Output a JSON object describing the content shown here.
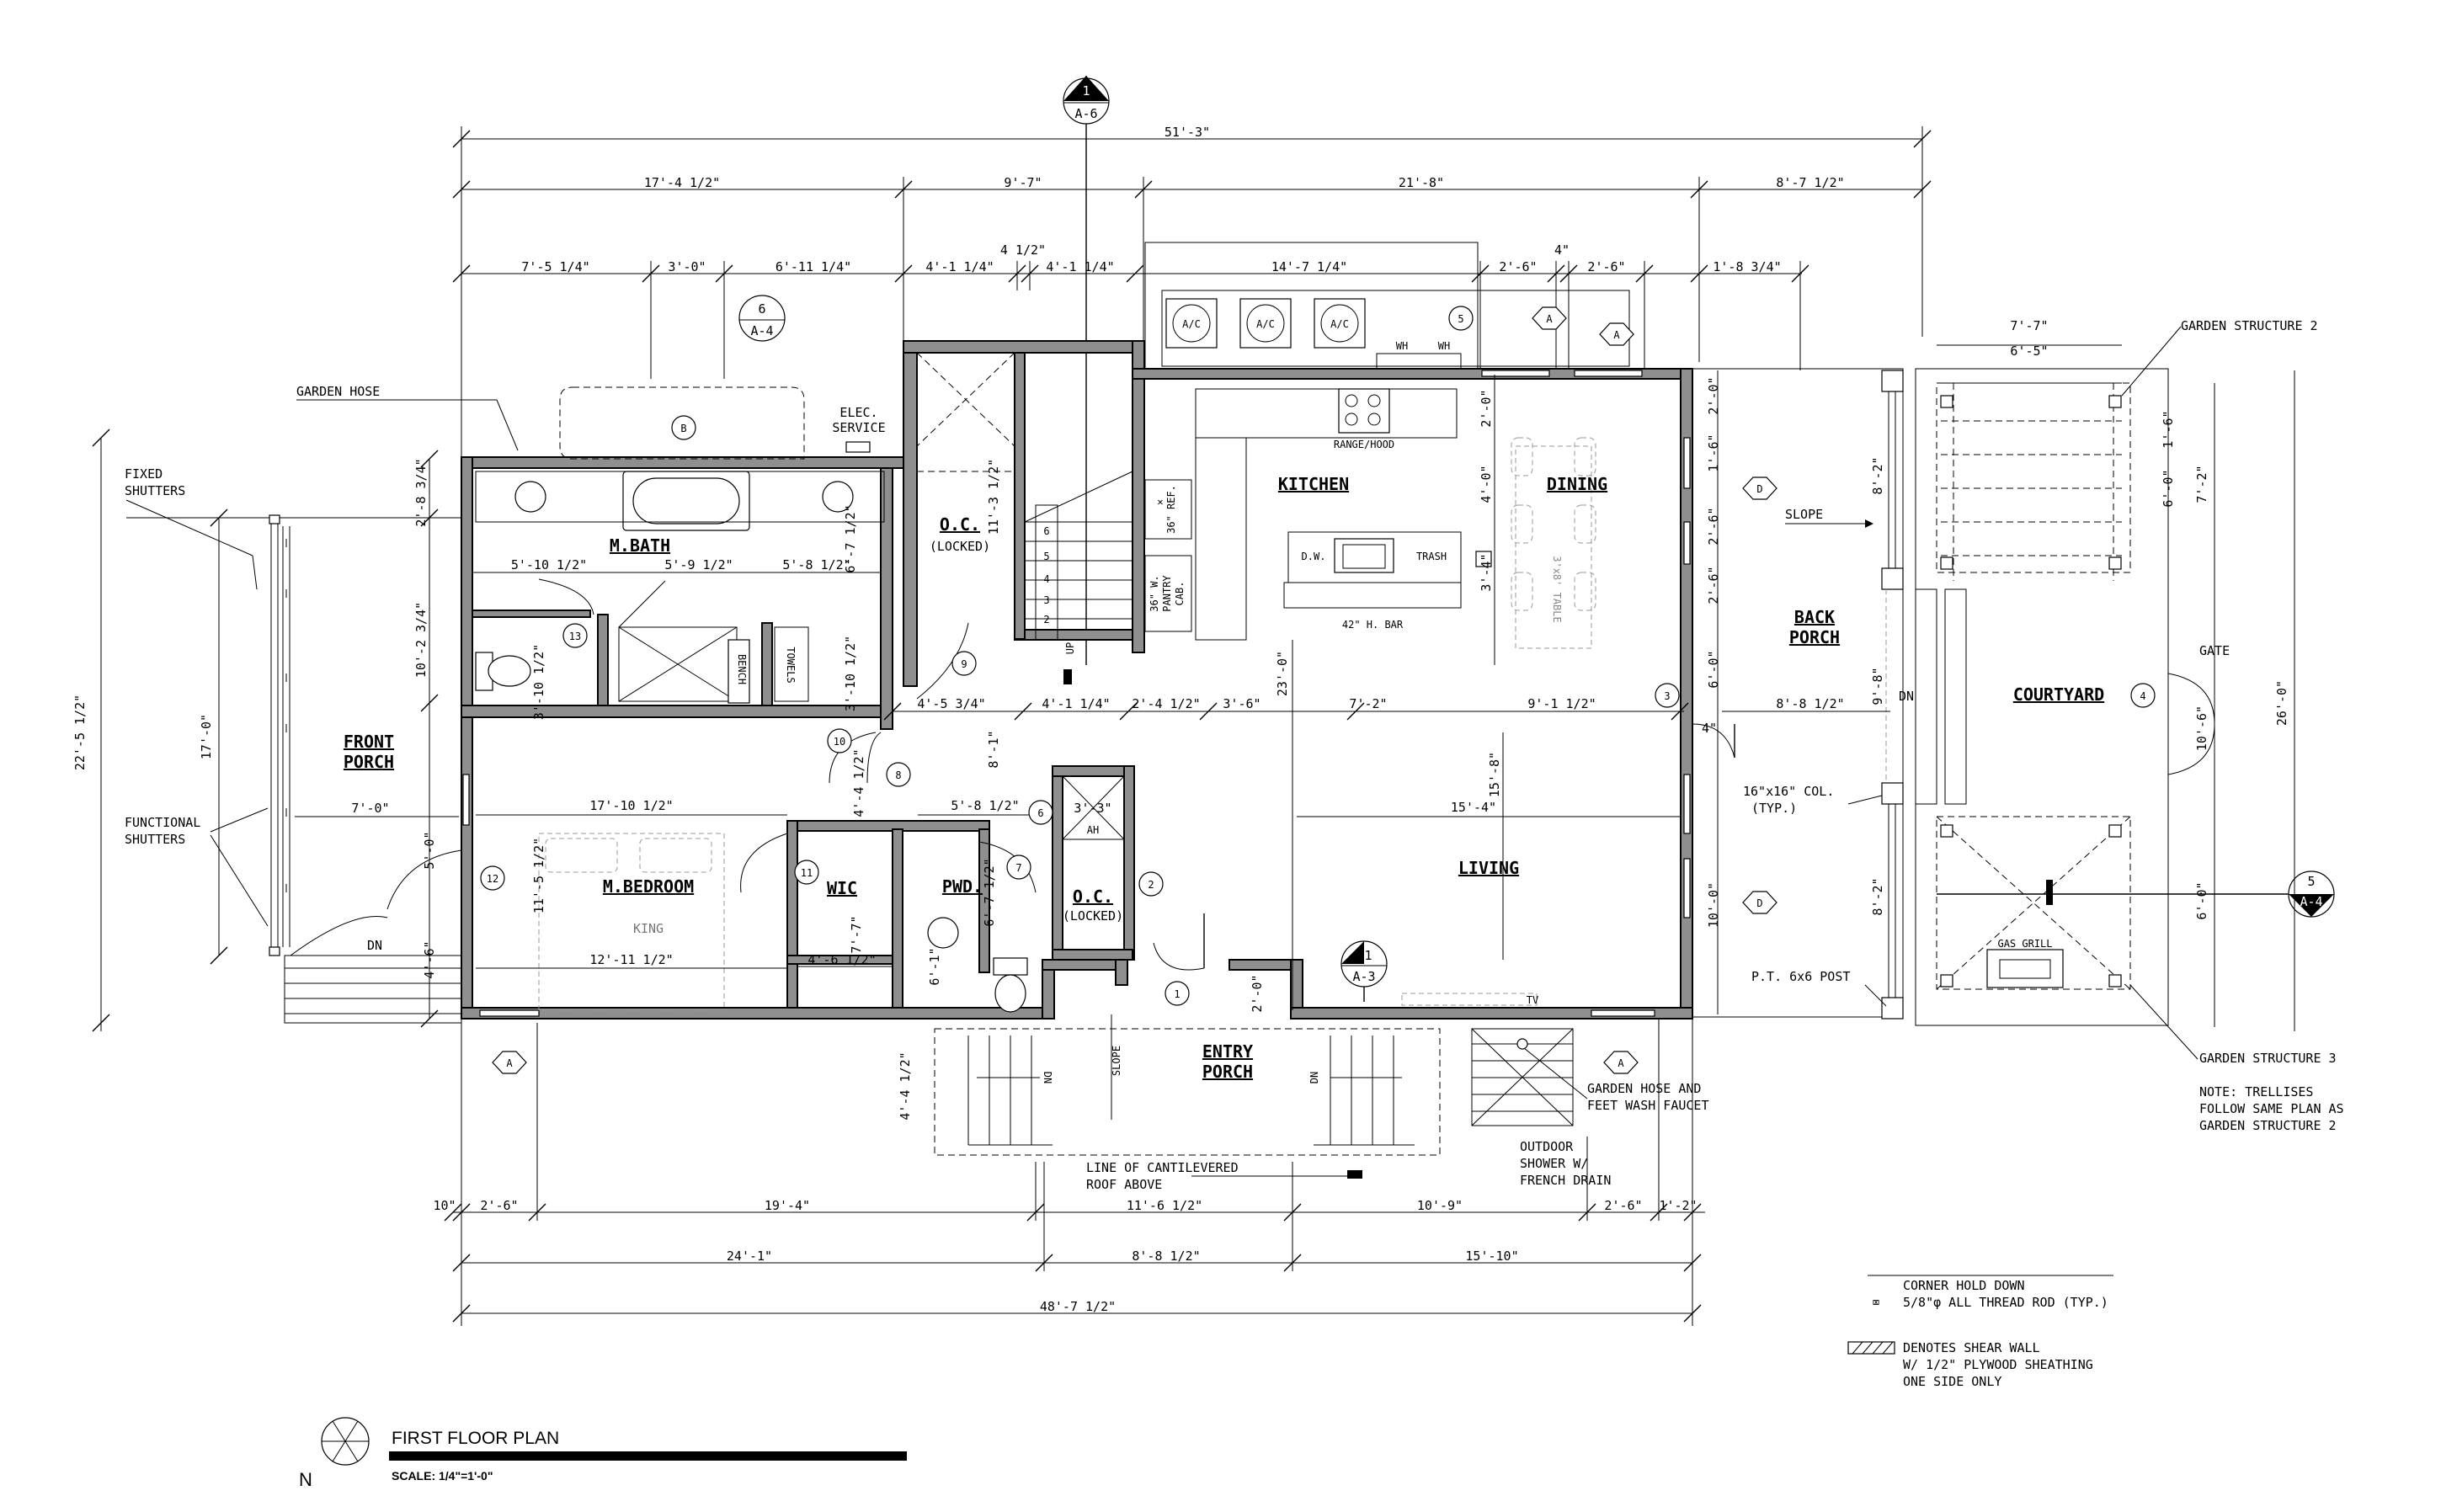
{
  "title": {
    "main": "FIRST FLOOR PLAN",
    "scale": "SCALE: 1/4\"=1'-0\"",
    "north": "N"
  },
  "dims": {
    "overall_top": "51'-3\"",
    "top_a": "17'-4 1/2\"",
    "top_b": "9'-7\"",
    "top_c": "21'-8\"",
    "top_d": "8'-7 1/2\"",
    "s1": "7'-5 1/4\"",
    "s2": "3'-0\"",
    "s3": "6'-11 1/4\"",
    "s4": "4'-1 1/4\"",
    "s5": "4 1/2\"",
    "s6": "4'-1 1/4\"",
    "s7": "14'-7 1/4\"",
    "s8": "2'-6\"",
    "s9": "4\"",
    "s10": "2'-6\"",
    "s11": "1'-8 3/4\"",
    "bath1": "5'-10 1/2\"",
    "bath2": "5'-9 1/2\"",
    "bath3": "5'-8 1/2\"",
    "oc_h": "11'-3 1/2\"",
    "mid1": "4'-5 3/4\"",
    "mid2": "4'-1 1/4\"",
    "mid3": "2'-4 1/2\"",
    "mid4": "3'-6\"",
    "mid5": "7'-2\"",
    "mid6": "9'-1 1/2\"",
    "mid7": "8'-8 1/2\"",
    "bed_w": "17'-10 1/2\"",
    "porch_w": "7'-0\"",
    "hall": "5'-8 1/2\"",
    "liv_w": "15'-4\"",
    "bed_h": "11'-5 1/2\"",
    "bed_w2": "12'-11 1/2\"",
    "wic_w": "4'-6 1/2\"",
    "wic_h": "7'-7\"",
    "pwd_w": "6'-1\"",
    "pwd_h": "6'-7 1/2\"",
    "ah": "3'-3\"",
    "v_23": "23'-0\"",
    "v_158": "15'-8\"",
    "v_81": "8'-1\"",
    "v_44": "4'-4 1/2\"",
    "v_44b": "4'-4 1/2\"",
    "v_102": "10'-2 3/4\"",
    "v_28": "2'-8 3/4\"",
    "v_17": "17'-0\"",
    "v_225": "22'-5 1/2\"",
    "v_50": "5'-0\"",
    "v_46": "4'-6\"",
    "v_310a": "3'-10 1/2\"",
    "v_310b": "3'-10 1/2\"",
    "v_20": "2'-0\"",
    "v_40": "4'-0\"",
    "v_34": "3'-4\"",
    "v_82a": "8'-2\"",
    "v_98": "9'-8\"",
    "v_82b": "8'-2\"",
    "v_60": "6'-0\"",
    "v_100": "10'-0\"",
    "v_26a": "2'-6\"",
    "v_26b": "2'-6\"",
    "v_1_6": "1'-6\"",
    "v_4in": "4\"",
    "v_2_0": "2'-0\"",
    "cy1": "7'-7\"",
    "cy2": "6'-5\"",
    "cy3": "7'-2\"",
    "cy4": "6'-0\"",
    "cy5": "10'-6\"",
    "cy6": "26'-0\"",
    "cy7": "6'-0\"",
    "cy8": "1'-6\"",
    "b1": "10\"",
    "b2": "2'-6\"",
    "b3": "19'-4\"",
    "b4": "11'-6 1/2\"",
    "b5": "10'-9\"",
    "b6": "2'-6\"",
    "b7": "1'-2\"",
    "b8": "24'-1\"",
    "b9": "8'-8 1/2\"",
    "b10": "15'-10\"",
    "overall_bottom": "48'-7 1/2\""
  },
  "rooms": {
    "mbath": "M.BATH",
    "oc1": "O.C.",
    "oc1_sub": "(LOCKED)",
    "kitchen": "KITCHEN",
    "dining": "DINING",
    "back_porch_1": "BACK",
    "back_porch_2": "PORCH",
    "courtyard": "COURTYARD",
    "front_porch_1": "FRONT",
    "front_porch_2": "PORCH",
    "mbedroom": "M.BEDROOM",
    "king": "KING",
    "wic": "WIC",
    "pwd": "PWD.",
    "oc2": "O.C.",
    "oc2_sub": "(LOCKED)",
    "living": "LIVING",
    "entry_1": "ENTRY",
    "entry_2": "PORCH"
  },
  "labels": {
    "garden_hose": "GARDEN HOSE",
    "elec1": "ELEC.",
    "elec2": "SERVICE",
    "fixed1": "FIXED",
    "fixed2": "SHUTTERS",
    "func1": "FUNCTIONAL",
    "func2": "SHUTTERS",
    "range": "RANGE/HOOD",
    "dw": "D.W.",
    "trash": "TRASH",
    "bar": "42\" H. BAR",
    "table": "3'x8' TABLE",
    "ref": "36\" REF.",
    "pantry1": "36\" W.",
    "pantry2": "PANTRY",
    "pantry3": "CAB.",
    "bench": "BENCH",
    "towels": "TOWELS",
    "up": "UP",
    "dn": "DN",
    "dn2": "DN",
    "dn3": "DN",
    "dn4": "DN",
    "slope": "SLOPE",
    "slope2": "SLOPE",
    "ac": "A/C",
    "wh": "WH",
    "col1": "16\"x16\" COL.",
    "col2": "(TYP.)",
    "pt": "P.T. 6x6 POST",
    "gate": "GATE",
    "grill": "GAS GRILL",
    "tv": "TV",
    "ah": "AH",
    "gs2": "GARDEN STRUCTURE 2",
    "gs3": "GARDEN STRUCTURE 3",
    "trel1": "NOTE: TRELLISES",
    "trel2": "FOLLOW SAME PLAN AS",
    "trel3": "GARDEN STRUCTURE 2",
    "hose2_1": "GARDEN HOSE AND",
    "hose2_2": "FEET WASH FAUCET",
    "shower1": "OUTDOOR",
    "shower2": "SHOWER  W/",
    "shower3": "FRENCH DRAIN",
    "cant1": "LINE OF CANTILEVERED",
    "cant2": "ROOF ABOVE",
    "hold1": "CORNER HOLD DOWN",
    "hold2": "5/8\"φ ALL THREAD ROD (TYP.)",
    "shear1": "DENOTES SHEAR WALL",
    "shear2": "W/ 1/2\" PLYWOOD SHEATHING",
    "shear3": "ONE SIDE ONLY"
  },
  "tags": {
    "sec_a6_num": "1",
    "sec_a6_ref": "A-6",
    "sec_a4_num": "6",
    "sec_a4_ref": "A-4",
    "sec_a3_num": "1",
    "sec_a3_ref": "A-3",
    "sec_a4b_num": "5",
    "sec_a4b_ref": "A-4",
    "hex_a": "A",
    "hex_b": "B",
    "hex_d": "D",
    "doors": [
      "1",
      "2",
      "3",
      "4",
      "5",
      "6",
      "7",
      "8",
      "9",
      "10",
      "11",
      "12",
      "13"
    ]
  }
}
